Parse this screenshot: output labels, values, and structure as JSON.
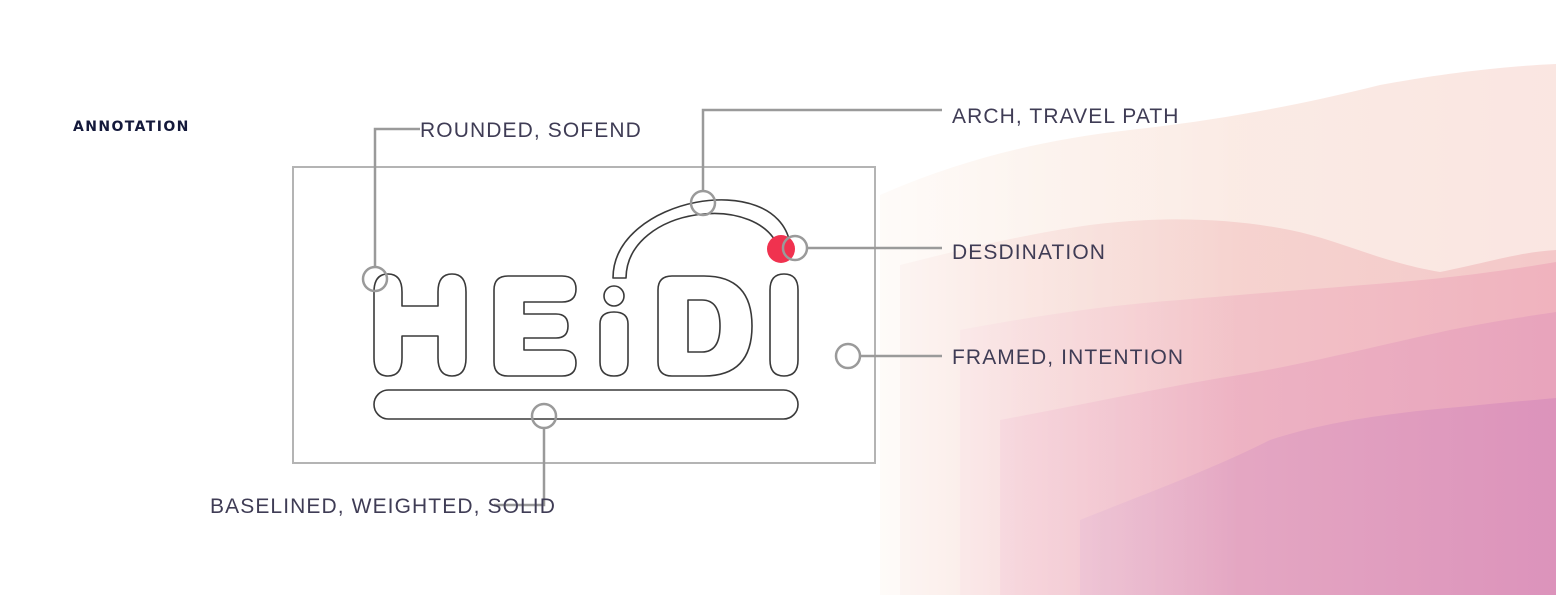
{
  "section_label": "ANNOTATION",
  "logo_text": "HEIDI",
  "callouts": {
    "rounded": "ROUNDED, SOFEND",
    "arch": "ARCH, TRAVEL PATH",
    "destination": "DESDINATION",
    "framed": "FRAMED, INTENTION",
    "baseline": "BASELINED, WEIGHTED, SOLID"
  },
  "colors": {
    "text": "#3f3c55",
    "heading": "#14193b",
    "leader": "#9a9a9a",
    "outline": "#3a3a3a",
    "destination_dot": "#f0324f",
    "mountain_light": "#f6d3d3",
    "mountain_mid": "#eea6b8",
    "mountain_dark": "#dc93bb"
  }
}
